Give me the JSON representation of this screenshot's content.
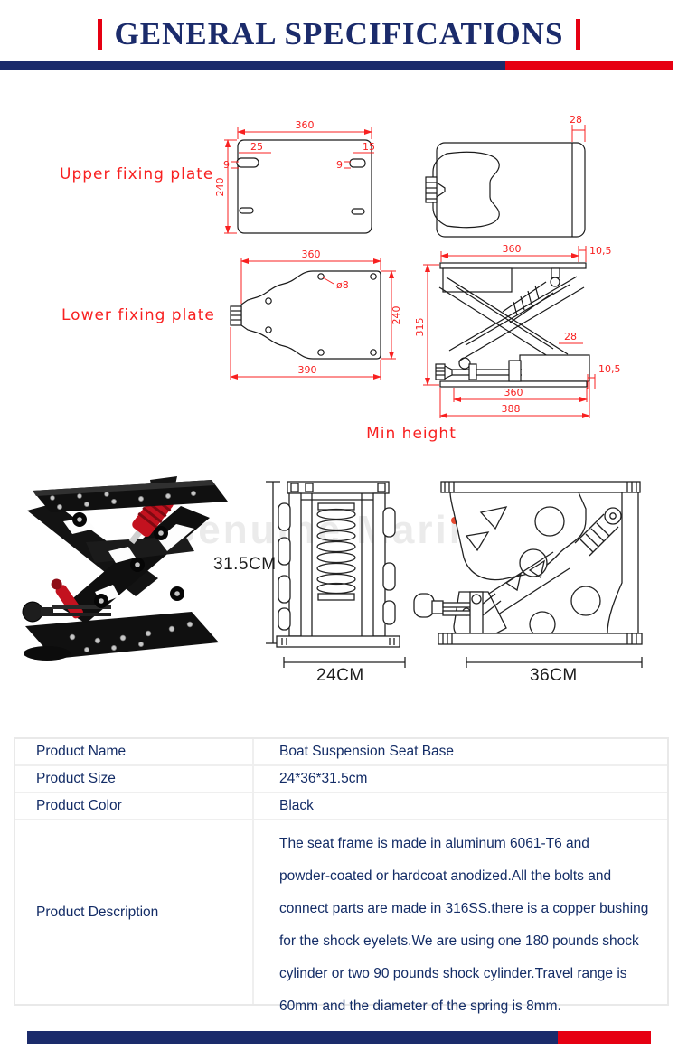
{
  "header": {
    "title": "GENERAL SPECIFICATIONS"
  },
  "colors": {
    "navy": "#1b2b6b",
    "brand_red": "#e60012",
    "cad_red": "#f82020"
  },
  "diagrams": {
    "upper_label": "Upper fixing plate",
    "lower_label": "Lower fixing plate",
    "min_height_label": "Min height",
    "upper_top": {
      "w": "360",
      "h": "240",
      "slot_l": "25",
      "slot_l_off": "9",
      "slot_r": "15",
      "slot_r_off": "9"
    },
    "upper_side": {
      "flange": "28"
    },
    "lower_top": {
      "w": "360",
      "h": "240",
      "w2": "390",
      "hole": "ø8"
    },
    "side_view": {
      "w_top": "360",
      "off_top": "10,5",
      "h": "315",
      "flange": "28",
      "off_bot": "10,5",
      "w_base": "360",
      "w_total": "388"
    }
  },
  "product_views": {
    "height": "31.5CM",
    "front_width": "24CM",
    "side_width": "36CM"
  },
  "watermark": "Genuine Marine",
  "table": {
    "rows": [
      {
        "label": "Product Name",
        "value": "Boat Suspension Seat Base"
      },
      {
        "label": "Product Size",
        "value": "24*36*31.5cm"
      },
      {
        "label": "Product Color",
        "value": "Black"
      },
      {
        "label": "Product Description",
        "value": "The seat frame is made in aluminum 6061-T6 and powder-coated or hardcoat anodized.All the bolts and connect parts are made in 316SS.there is a copper bushing for the shock eyelets.We are using one 180 pounds shock cylinder or two 90 pounds shock cylinder.Travel range is 60mm and the diameter of the spring is 8mm.",
        "lines": [
          "The seat frame is made in aluminum 6061-T6 and",
          "powder-coated or hardcoat anodized.All the bolts and",
          "connect parts are made in 316SS.there is a copper bushing",
          "for the shock eyelets.We are using one 180 pounds shock",
          "cylinder or two 90 pounds shock cylinder.Travel range is",
          "60mm and the diameter of the spring is 8mm."
        ]
      }
    ]
  }
}
